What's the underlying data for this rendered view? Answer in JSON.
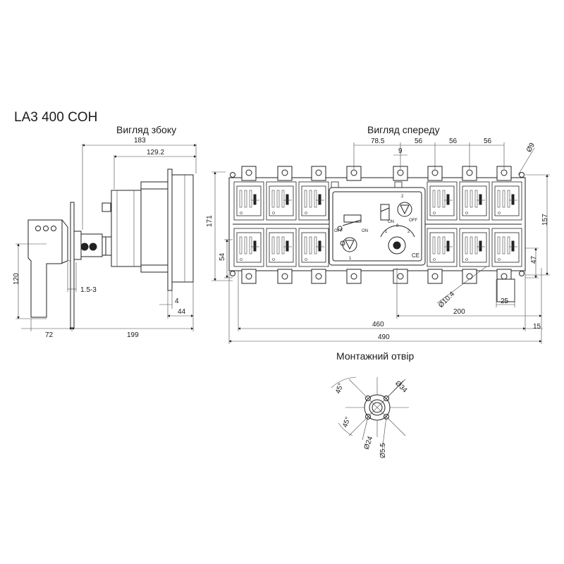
{
  "title": "LA3 400 COH",
  "side_view": {
    "label": "Вигляд збоку",
    "dims": {
      "overall_depth": "183",
      "body_depth": "129.2",
      "handle_height": "120",
      "panel_thickness": "1.5-3",
      "flange": "4",
      "rear": "44",
      "handle_reach": "72",
      "total_depth": "199"
    }
  },
  "front_view": {
    "label": "Вигляд спереду",
    "dims": {
      "pole_offset": "78.5",
      "gap": "9",
      "pitch_1": "56",
      "pitch_2": "56",
      "pitch_3": "56",
      "hole": "Ø9",
      "height": "171",
      "inner_height": "157",
      "bottom_left": "54",
      "bottom_right": "47",
      "terminal_hole": "Ø10.4",
      "terminal_width": "25",
      "mount_span": "200",
      "total_width_inner": "460",
      "side_offset": "15",
      "total_width": "490"
    },
    "switch_labels": {
      "off_left": "OFF",
      "on_left": "ON",
      "on_right": "ON",
      "off_right": "OFF",
      "pos_1": "1",
      "pos_2": "2",
      "dial_0": "0",
      "dial_1": "1",
      "dial_2": "2",
      "ce_mark": "CE"
    }
  },
  "mounting": {
    "label": "Монтажний отвір",
    "dims": {
      "angle_1": "45°",
      "angle_2": "45°",
      "outer": "Ø34",
      "inner": "Ø24",
      "screw": "Ø5.5"
    }
  }
}
